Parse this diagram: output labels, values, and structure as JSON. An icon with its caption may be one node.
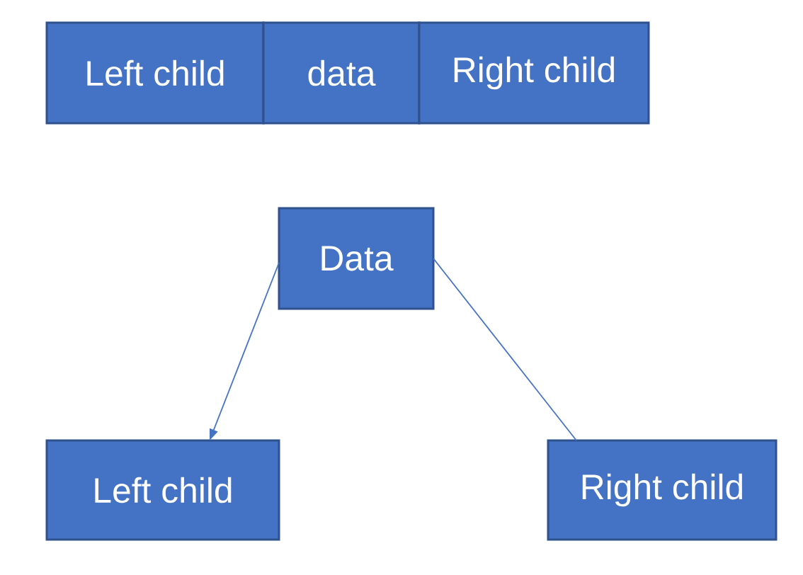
{
  "diagram": {
    "nodes": [
      {
        "text": [
          "Left child"
        ]
      },
      {
        "text": [
          "data"
        ]
      },
      {
        "text": [
          "Right child"
        ]
      },
      {
        "text": [
          "Data"
        ]
      },
      {
        "text": [
          "Left child"
        ]
      },
      {
        "text": [
          "Right child"
        ]
      }
    ],
    "edges": [
      {
        "from": 3,
        "to": 4,
        "arrow": "to"
      },
      {
        "from": 3,
        "to": 5,
        "arrow": "none"
      }
    ]
  }
}
